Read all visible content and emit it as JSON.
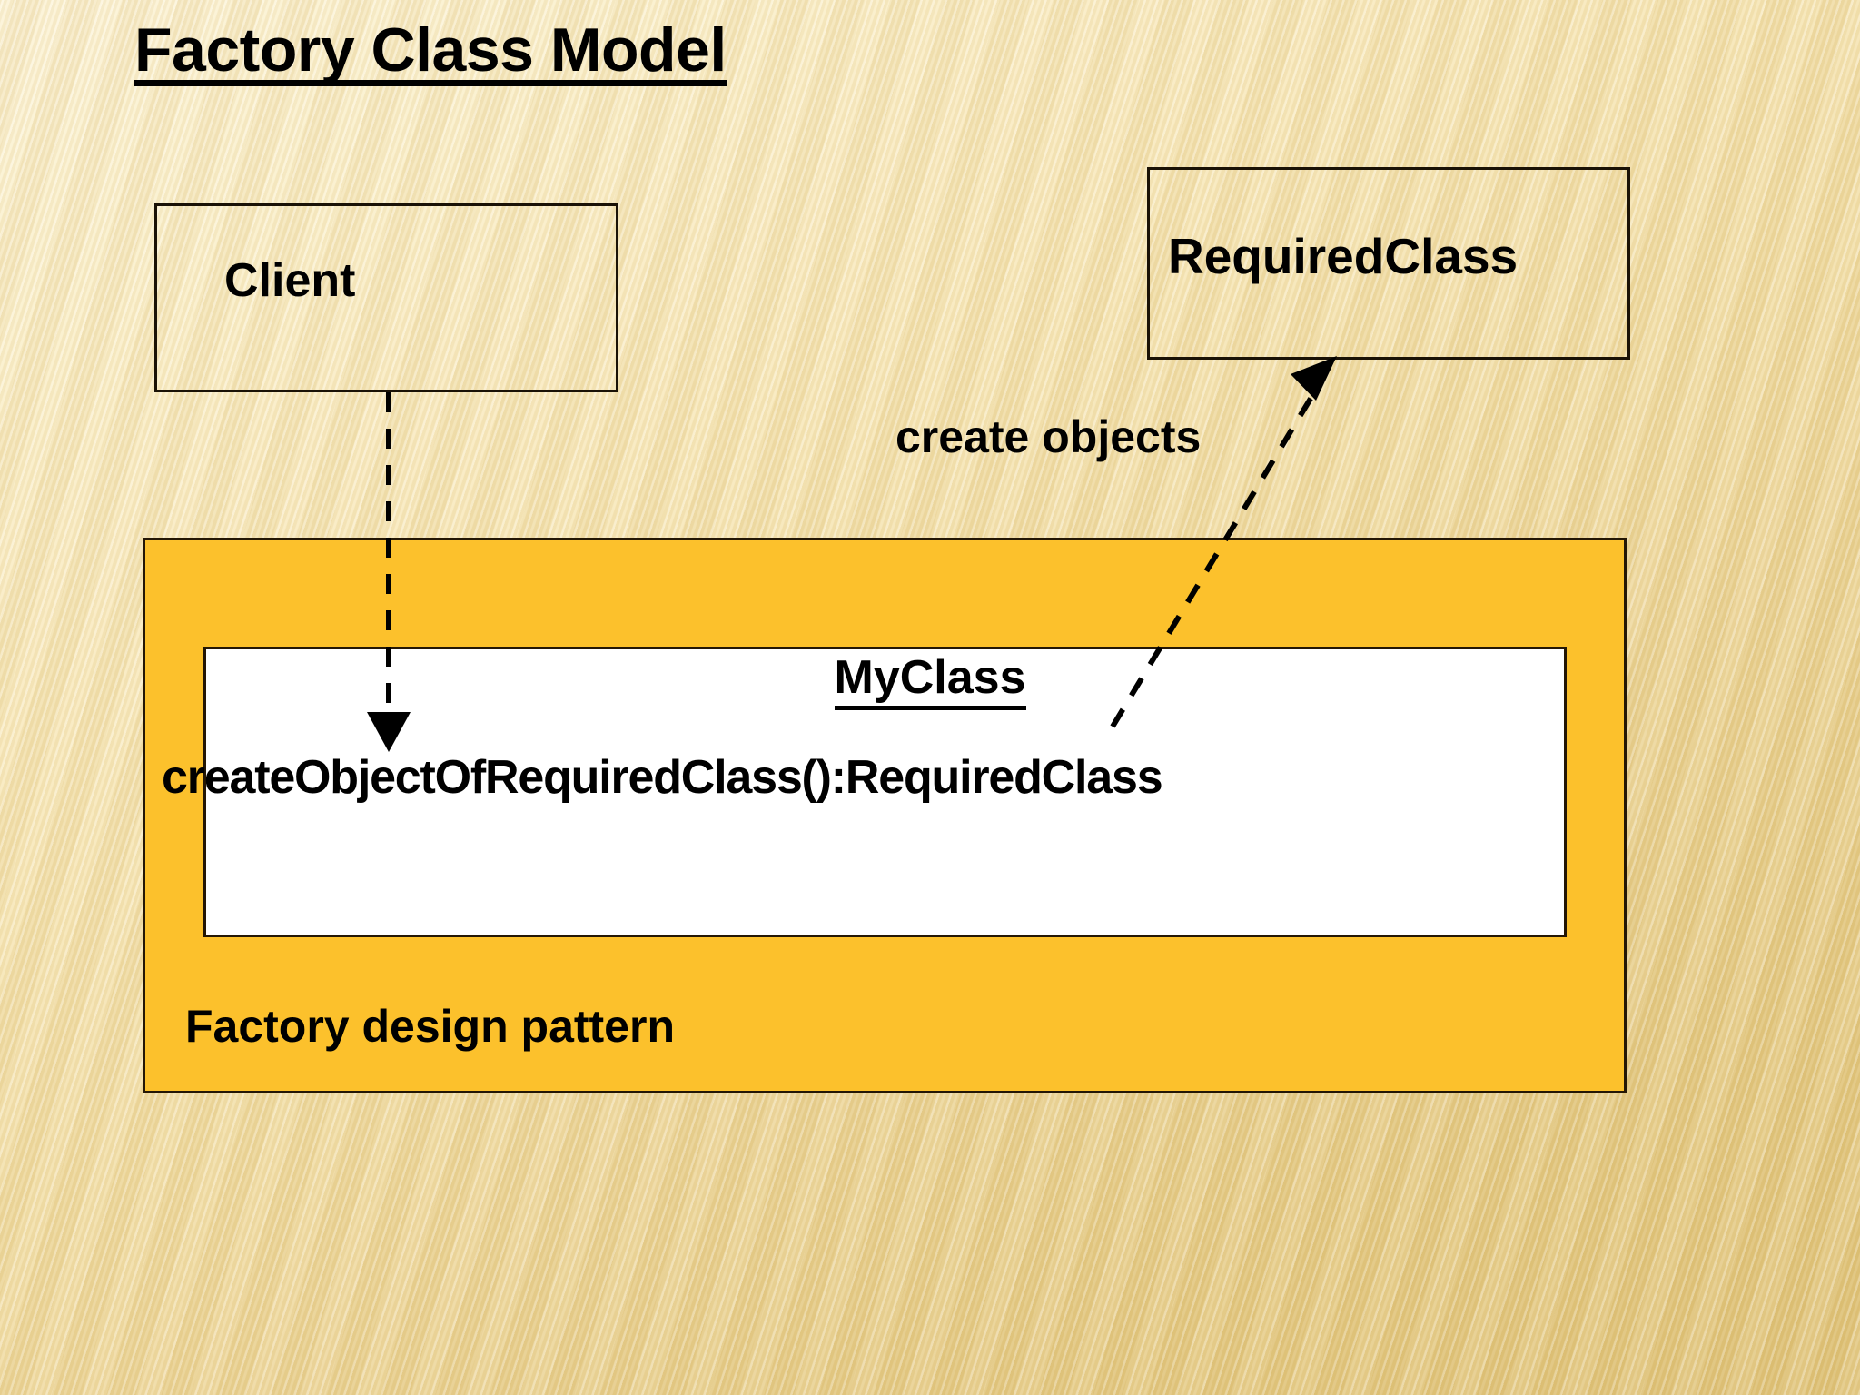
{
  "slide": {
    "title": "Factory Class Model",
    "background_color": "#EFDCA0",
    "accent_color": "#FCC12C",
    "line_color": "#000000"
  },
  "diagram": {
    "type": "uml-class-diagram",
    "nodes": [
      {
        "id": "client",
        "label": "Client",
        "shape": "rectangle",
        "fill": "transparent",
        "border_color": "#1A1206"
      },
      {
        "id": "required-class",
        "label": "RequiredClass",
        "shape": "rectangle",
        "fill": "transparent",
        "border_color": "#1A1206"
      },
      {
        "id": "factory-package",
        "label": "Factory design pattern",
        "shape": "rectangle",
        "fill": "#FCC12C",
        "border_color": "#241705"
      },
      {
        "id": "myclass",
        "name": "MyClass",
        "method": "createObjectOfRequiredClass():RequiredClass",
        "shape": "rectangle",
        "fill": "#FFFFFF",
        "border_color": "#241705"
      }
    ],
    "edges": [
      {
        "id": "client-to-myclass",
        "from": "client",
        "to": "myclass",
        "style": "dashed",
        "arrowhead": "filled-triangle",
        "label": ""
      },
      {
        "id": "myclass-to-requiredclass",
        "from": "myclass",
        "to": "required-class",
        "style": "dashed",
        "arrowhead": "filled-triangle",
        "label": "create objects"
      }
    ]
  }
}
